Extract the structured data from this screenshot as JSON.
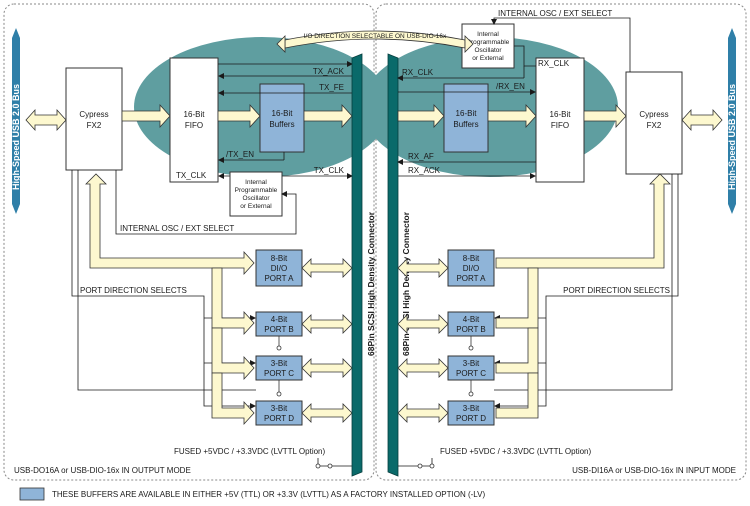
{
  "left": {
    "bus_label": "High-Speed USB 2.0 Bus",
    "fx2_line1": "Cypress",
    "fx2_line2": "FX2",
    "fifo_line1": "16-Bit",
    "fifo_line2": "FIFO",
    "buf_line1": "16-Bit",
    "buf_line2": "Buffers",
    "osc_lines": [
      "Internal",
      "Programmable",
      "Oscillator",
      "or External"
    ],
    "signals": {
      "tx_ack": "TX_ACK",
      "tx_fe": "TX_FE",
      "tx_en": "/TX_EN",
      "tx_clk_a": "TX_CLK",
      "tx_clk_b": "TX_CLK"
    },
    "osc_select": "INTERNAL OSC / EXT SELECT",
    "port_dir": "PORT DIRECTION SELECTS",
    "ports": [
      {
        "line1": "8-Bit",
        "line2": "DI/O",
        "line3": "PORT A"
      },
      {
        "line1": "4-Bit",
        "line2": "PORT B"
      },
      {
        "line1": "3-Bit",
        "line2": "PORT C"
      },
      {
        "line1": "3-Bit",
        "line2": "PORT D"
      }
    ],
    "fused": "FUSED +5VDC / +3.3VDC (LVTTL Option)",
    "mode": "USB-DO16A or USB-DIO-16x IN OUTPUT MODE"
  },
  "right": {
    "bus_label": "High-Speed USB 2.0 Bus",
    "fx2_line1": "Cypress",
    "fx2_line2": "FX2",
    "fifo_line1": "16-Bit",
    "fifo_line2": "FIFO",
    "buf_line1": "16-Bit",
    "buf_line2": "Buffers",
    "osc_lines": [
      "Internal",
      "Programmable",
      "Oscillator",
      "or External"
    ],
    "signals": {
      "rx_clk_a": "RX_CLK",
      "rx_clk_b": "RX_CLK",
      "rx_en": "/RX_EN",
      "rx_af": "RX_AF",
      "rx_ack": "RX_ACK"
    },
    "osc_select": "INTERNAL OSC / EXT SELECT",
    "port_dir": "PORT DIRECTION SELECTS",
    "ports": [
      {
        "line1": "8-Bit",
        "line2": "DI/O",
        "line3": "PORT A"
      },
      {
        "line1": "4-Bit",
        "line2": "PORT B"
      },
      {
        "line1": "3-Bit",
        "line2": "PORT C"
      },
      {
        "line1": "3-Bit",
        "line2": "PORT D"
      }
    ],
    "fused": "FUSED +5VDC / +3.3VDC (LVTTL Option)",
    "mode": "USB-DI16A or USB-DIO-16x IN INPUT MODE"
  },
  "connector_label": "68Pin SCSI High Density Connector",
  "io_direction_banner": "I/O DIRECTION SELECTABLE ON USB-DIO-16x",
  "legend_text": "THESE BUFFERS ARE AVAILABLE IN EITHER +5V (TTL) OR +3.3V (LVTTL) AS A FACTORY INSTALLED OPTION (-LV)",
  "colors": {
    "ellipse": "#5f9ea0",
    "buffer": "#8fb4d8",
    "bus_bar": "#2f7fa8",
    "connector": "#0a6a6a",
    "arrow_fill": "#fdf8cf"
  }
}
